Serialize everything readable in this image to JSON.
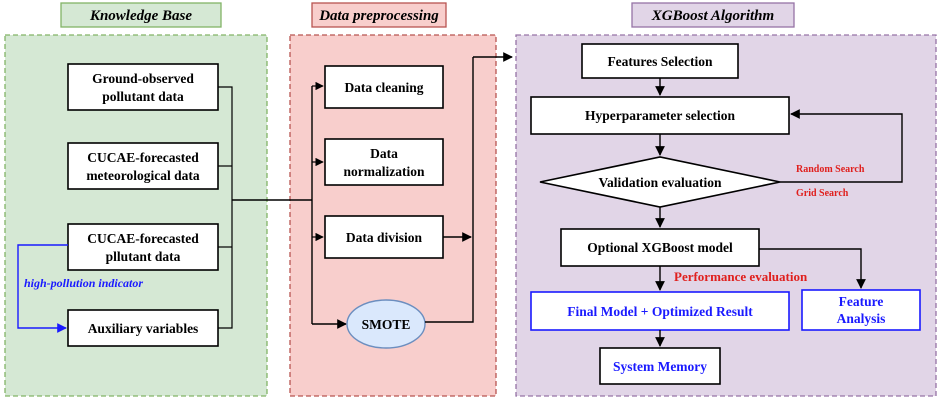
{
  "sections": {
    "knowledge": {
      "title": "Knowledge Base"
    },
    "preprocessing": {
      "title": "Data preprocessing"
    },
    "xgboost": {
      "title": "XGBoost Algorithm"
    }
  },
  "knowledge_inputs": {
    "ground_observed": [
      "Ground-observed",
      "pollutant data"
    ],
    "met_forecast": [
      "CUCAE-forecasted",
      "meteorological data"
    ],
    "pollutant_forecast": [
      "CUCAE-forecasted",
      "pllutant data"
    ],
    "auxiliary": "Auxiliary variables",
    "high_pollution_indicator": "high-pollution indicator"
  },
  "preprocessing_steps": {
    "cleaning": "Data cleaning",
    "normalization": [
      "Data",
      "normalization"
    ],
    "division": "Data division",
    "smote": "SMOTE"
  },
  "xgboost_steps": {
    "features": "Features Selection",
    "hyperparameter": "Hyperparameter selection",
    "validation": "Validation evaluation",
    "random_search": "Random Search",
    "grid_search": "Grid Search",
    "optional_model": "Optional XGBoost model",
    "performance": "Performance evaluation",
    "final_model": "Final Model + Optimized Result",
    "feature_analysis": [
      "Feature",
      "Analysis"
    ],
    "system_memory": "System Memory"
  },
  "colors": {
    "knowledge_bg": "#d5e8d4",
    "knowledge_border": "#82b366",
    "pre_bg": "#f8cecc",
    "pre_border": "#b85450",
    "xgb_bg": "#e1d5e7",
    "xgb_border": "#9673a6",
    "smote_fill": "#dae8fc",
    "smote_stroke": "#6c8ebf",
    "blue_text": "#1a1aff",
    "red_text": "#e0201e"
  }
}
